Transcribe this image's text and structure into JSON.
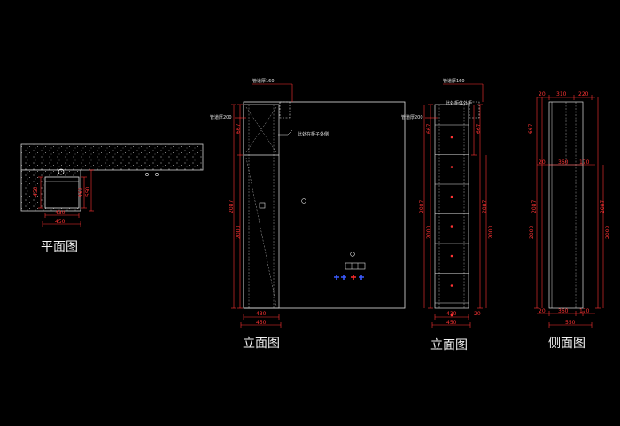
{
  "views": {
    "plan": {
      "caption": "平面图",
      "dims": {
        "bottom_1": "430",
        "bottom_2": "450",
        "side_1": "450",
        "right_1": "460",
        "right_2": "550"
      }
    },
    "front": {
      "caption": "立面图",
      "notes": {
        "pipe_top": "管道厚160",
        "pipe_left": "管道厚200",
        "pipe_right": "此处在柜子外侧"
      },
      "dims": {
        "top": "667",
        "middle": "2087",
        "bottom_inner": "2000",
        "bottom_1": "430",
        "bottom_2": "450"
      }
    },
    "front2": {
      "caption": "立面图",
      "notes": {
        "pipe_top": "管道厚160",
        "pipe_left": "管道厚200",
        "pipe_right": "此处柜体外柜"
      },
      "dims": {
        "left_top": "667",
        "left_mid": "2087",
        "left_inner": "2000",
        "right_top": "667",
        "right_mid": "2087",
        "right_inner": "2000",
        "bottom_1": "430",
        "bottom_2": "450",
        "bottom_side": "20"
      }
    },
    "side": {
      "caption": "侧面图",
      "dims": {
        "top_1": "20",
        "top_2": "310",
        "top_3": "220",
        "mid_1": "20",
        "mid_2": "360",
        "mid_3": "170",
        "bot_1": "20",
        "bot_2": "360",
        "bot_3": "170",
        "bottom_total": "550",
        "left_top": "667",
        "left_mid": "2087",
        "left_inner": "2000",
        "right_mid": "2087",
        "right_inner": "2000"
      }
    }
  }
}
